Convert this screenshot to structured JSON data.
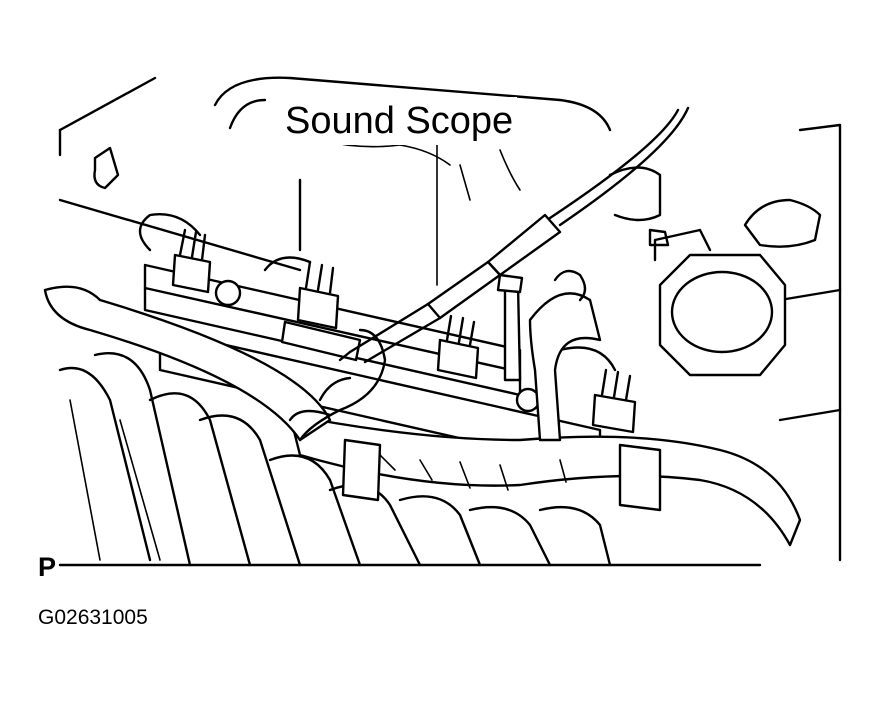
{
  "diagram": {
    "callout_label": "Sound Scope",
    "view_marker": "P",
    "figure_code": "G02631005"
  },
  "colors": {
    "ink": "#000000",
    "paper": "#ffffff"
  }
}
